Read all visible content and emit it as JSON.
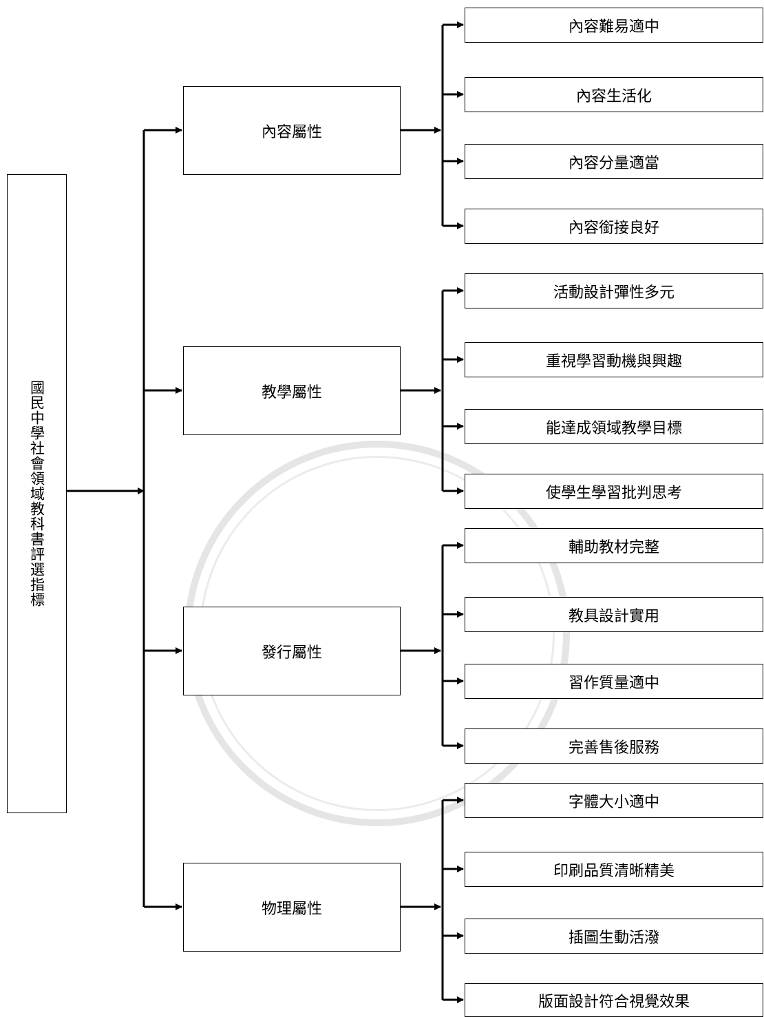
{
  "root": {
    "label": "國民中學社會領域教科書評選指標"
  },
  "categories": [
    {
      "label": "內容屬性",
      "items": [
        "內容難易適中",
        "內容生活化",
        "內容分量適當",
        "內容銜接良好"
      ]
    },
    {
      "label": "教學屬性",
      "items": [
        "活動設計彈性多元",
        "重視學習動機與興趣",
        "能達成領域教學目標",
        "使學生學習批判思考"
      ]
    },
    {
      "label": "發行屬性",
      "items": [
        "輔助教材完整",
        "教具設計實用",
        "習作質量適中",
        "完善售後服務"
      ]
    },
    {
      "label": "物理屬性",
      "items": [
        "字體大小適中",
        "印刷品質清晰精美",
        "插圖生動活潑",
        "版面設計符合視覺效果"
      ]
    }
  ]
}
